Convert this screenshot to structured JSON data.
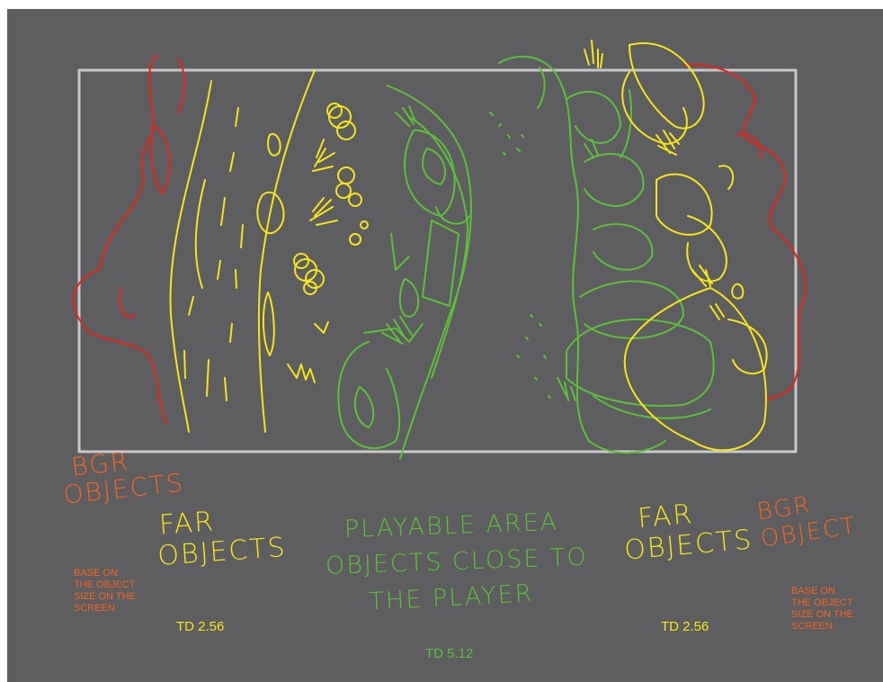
{
  "colors": {
    "background": "#5e5d5f",
    "frame": "#c8c8c8",
    "bg_objects": "#f26522",
    "bg_sketch": "#e0261b",
    "far_objects": "#f5e51a",
    "playable": "#5cbf3a"
  },
  "left": {
    "bg_label_line1": "BGR",
    "bg_label_line2": "OBJECTS",
    "far_label_line1": "FAR",
    "far_label_line2": "OBJECTS",
    "note_lines": [
      "BASE ON",
      "THE OBJECT",
      "SIZE ON THE",
      "SCREEN"
    ],
    "td": "TD 2.56"
  },
  "center": {
    "line1": "PLAYABLE AREA",
    "line2": "OBJECTS CLOSE TO",
    "line3": "THE PLAYER",
    "td": "TD 5.12"
  },
  "right": {
    "far_label_line1": "FAR",
    "far_label_line2": "OBJECTS",
    "bg_label_line1": "BGR",
    "bg_label_line2": "OBJECT",
    "note_lines": [
      "BASE ON",
      "THE OBJECT",
      "SIZE ON THE",
      "SCREEN"
    ],
    "td": "TD 2.56"
  }
}
